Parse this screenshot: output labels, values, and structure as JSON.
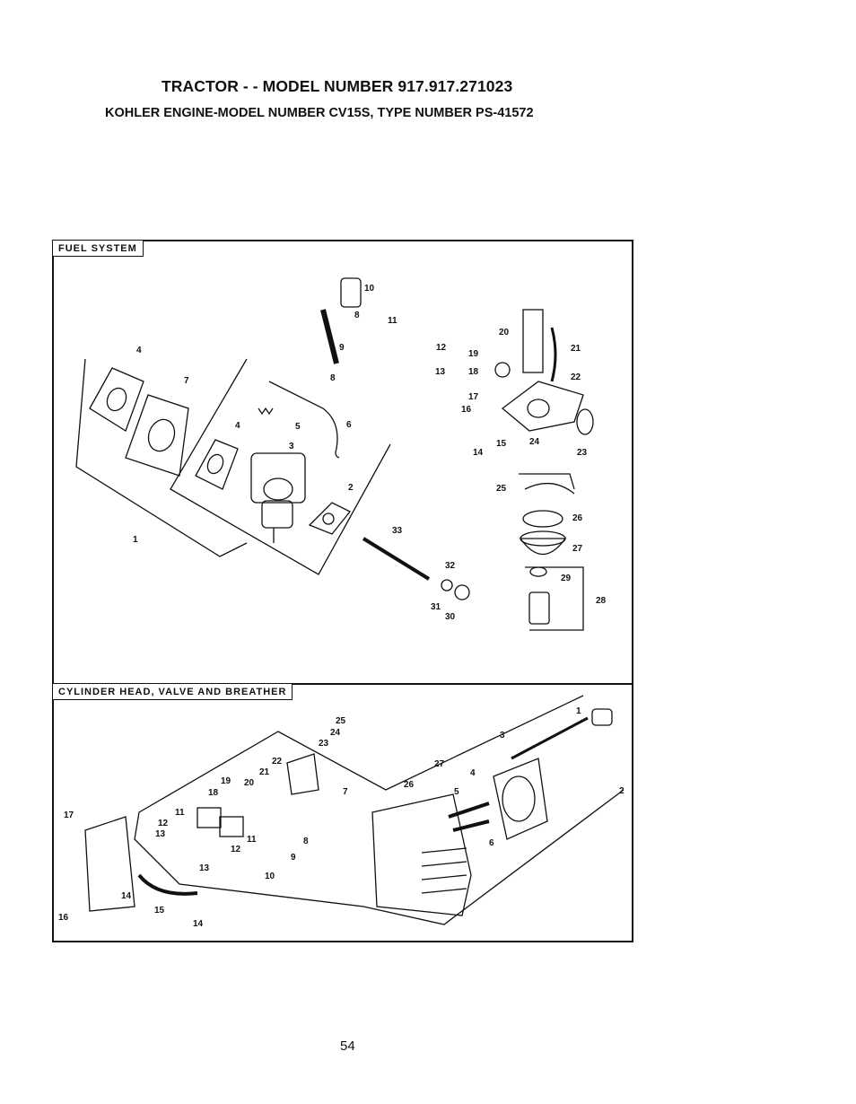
{
  "header": {
    "title": "TRACTOR - - MODEL NUMBER 917.917.271023",
    "subtitle": "KOHLER ENGINE-MODEL NUMBER CV15S, TYPE NUMBER PS-41572"
  },
  "sections": {
    "fuel_system": {
      "label": "FUEL SYSTEM",
      "callouts": [
        "1",
        "2",
        "3",
        "4",
        "4",
        "5",
        "6",
        "7",
        "8",
        "8",
        "9",
        "10",
        "11",
        "12",
        "13",
        "14",
        "15",
        "16",
        "17",
        "18",
        "19",
        "20",
        "21",
        "22",
        "23",
        "24",
        "25",
        "26",
        "27",
        "28",
        "29",
        "30",
        "31",
        "32",
        "33"
      ]
    },
    "cylinder_head": {
      "label": "CYLINDER HEAD, VALVE AND BREATHER",
      "callouts": [
        "1",
        "2",
        "3",
        "4",
        "5",
        "6",
        "7",
        "8",
        "9",
        "10",
        "11",
        "11",
        "12",
        "12",
        "13",
        "13",
        "14",
        "14",
        "15",
        "16",
        "17",
        "18",
        "19",
        "20",
        "21",
        "22",
        "23",
        "24",
        "25",
        "26",
        "27"
      ]
    }
  },
  "footer": {
    "page_number": "54"
  },
  "colors": {
    "ink": "#111111",
    "paper": "#ffffff"
  }
}
